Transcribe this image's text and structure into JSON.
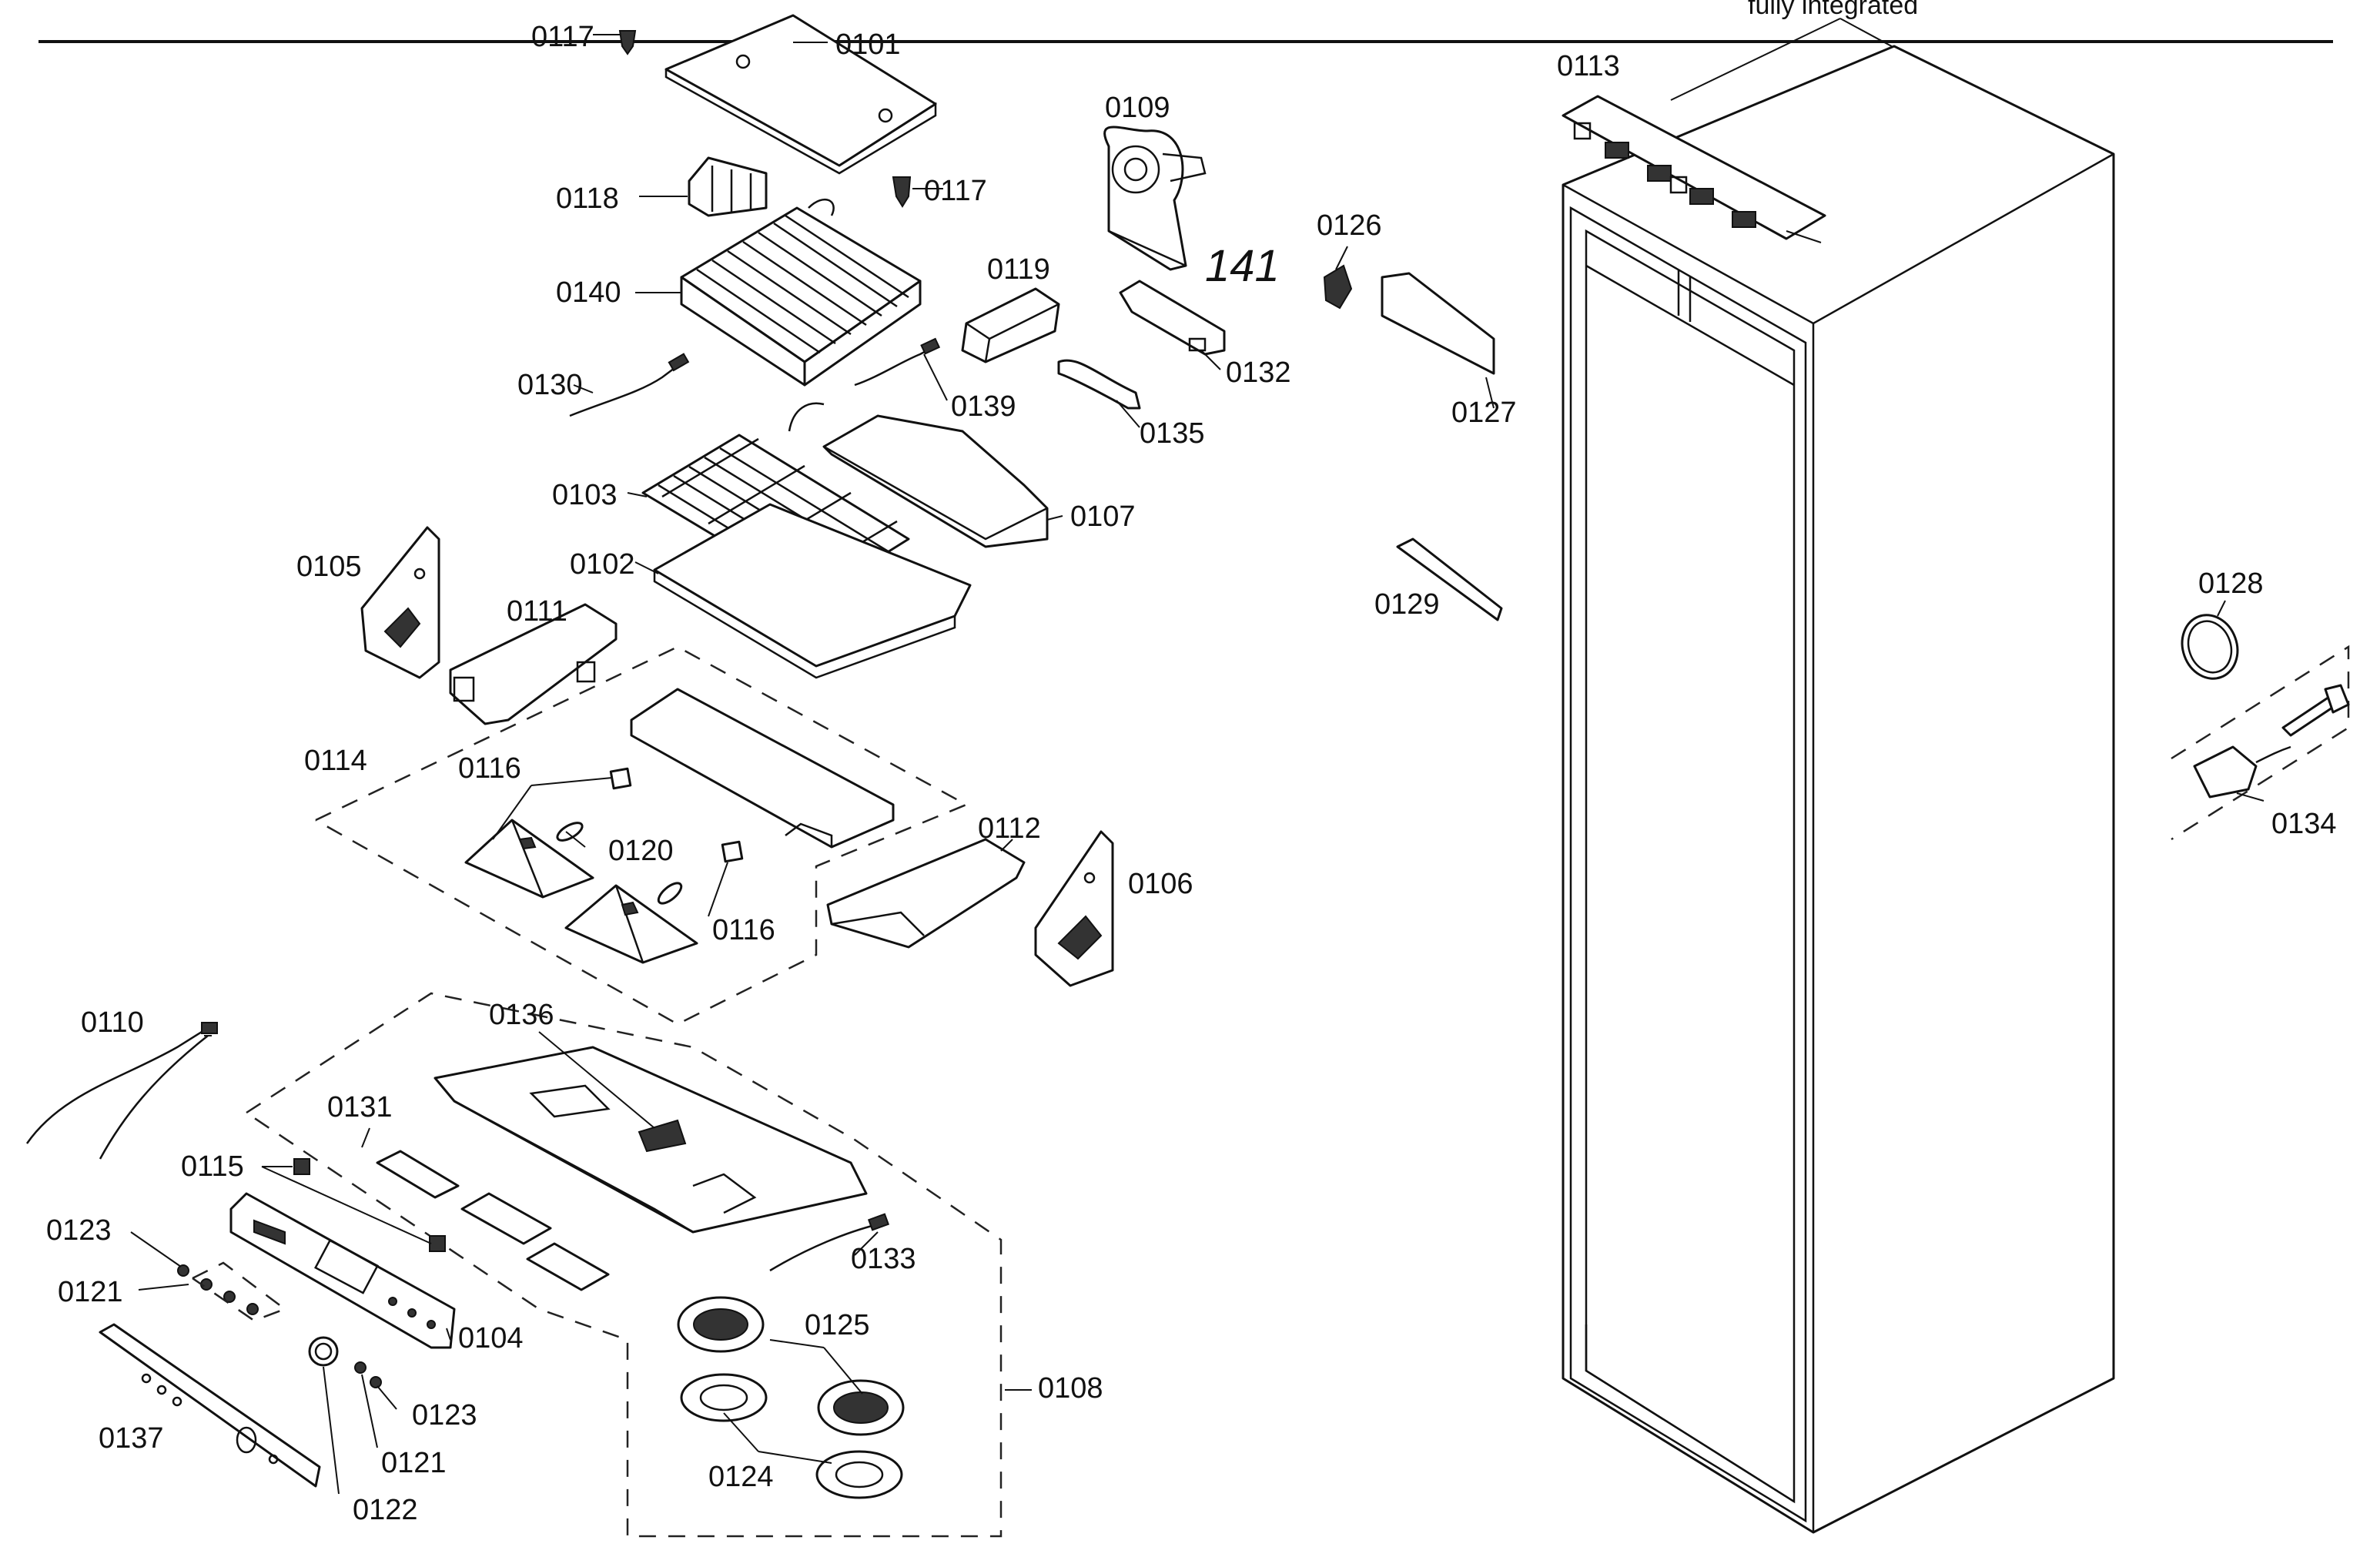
{
  "header": {
    "variant_label": "fully integrated"
  },
  "handwritten_note": "141",
  "labels": {
    "p0101": "0101",
    "p0102": "0102",
    "p0103": "0103",
    "p0104": "0104",
    "p0105": "0105",
    "p0106": "0106",
    "p0107": "0107",
    "p0108": "0108",
    "p0109": "0109",
    "p0110": "0110",
    "p0111": "0111",
    "p0112": "0112",
    "p0113": "0113",
    "p0114": "0114",
    "p0115": "0115",
    "p0116": "0116",
    "p0117": "0117",
    "p0118": "0118",
    "p0119": "0119",
    "p0120": "0120",
    "p0121": "0121",
    "p0122": "0122",
    "p0123": "0123",
    "p0124": "0124",
    "p0125": "0125",
    "p0126": "0126",
    "p0127": "0127",
    "p0128": "0128",
    "p0129": "0129",
    "p0130": "0130",
    "p0131": "0131",
    "p0132": "0132",
    "p0133": "0133",
    "p0134": "0134",
    "p0135": "0135",
    "p0136": "0136",
    "p0137": "0137",
    "p0139": "0139",
    "p0140": "0140"
  }
}
